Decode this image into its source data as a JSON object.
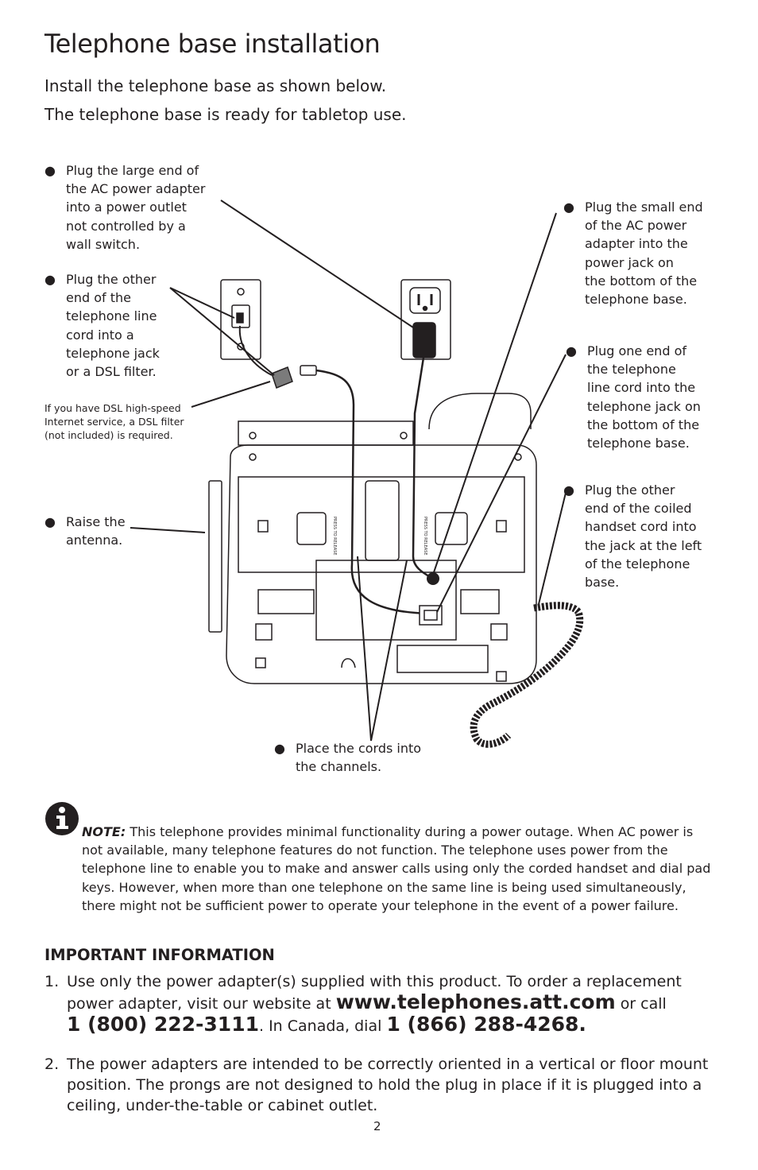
{
  "title": "Telephone base installation",
  "intro": {
    "line1": "Install the telephone base as shown below.",
    "line2": "The telephone base is ready for tabletop use."
  },
  "callouts": {
    "ac_large_end": [
      "Plug the large end of",
      "the AC power adapter",
      "into a power outlet",
      "not controlled by a",
      "wall switch."
    ],
    "line_other_end": [
      "Plug the other",
      "end of the",
      "telephone line",
      "cord into a",
      "telephone jack",
      "or a DSL filter."
    ],
    "dsl_note": [
      "If you have DSL high-speed",
      "Internet service, a DSL filter",
      "(not included) is required."
    ],
    "antenna": [
      "Raise the",
      "antenna."
    ],
    "ac_small_end": [
      "Plug the small end",
      "of the AC power",
      "adapter into the",
      "power jack on",
      "the bottom of the",
      "telephone base."
    ],
    "line_one_end": [
      "Plug one end of",
      "the telephone",
      "line cord into the",
      "telephone jack on",
      "the bottom of the",
      "telephone base."
    ],
    "coiled_cord": [
      "Plug the other",
      "end of the coiled",
      "handset cord into",
      "the jack at the left",
      "of the telephone",
      "base."
    ],
    "channels": [
      "Place the cords into",
      "the channels."
    ]
  },
  "base_labels": {
    "left_tab": "PRESS TO RELEASE",
    "right_tab": "PRESS TO RELEASE"
  },
  "note": {
    "label": "NOTE:",
    "text": "This telephone provides minimal functionality during a power outage. When AC power is not available, many telephone features do not function. The telephone uses power from the telephone line to enable you to make and answer calls using only the corded handset and dial pad keys. However, when more than one telephone on the same line is being used simultaneously, there might not be sufficient power to operate your telephone in the event of a power failure."
  },
  "important": {
    "heading": "IMPORTANT INFORMATION",
    "item1": {
      "num": "1.",
      "pre": "Use only the power adapter(s) supplied with this product. To order a replacement power adapter, visit our website at",
      "website": "www.telephones.att.com",
      "mid": "or call",
      "phone_us": "1 (800) 222-3111",
      "canada": ". In Canada, dial",
      "phone_ca": "1 (866) 288-4268",
      "end": "."
    },
    "item2": {
      "num": "2.",
      "text": "The power adapters are intended to be correctly oriented in a vertical or floor mount position. The prongs are not designed to hold the plug in place if it is plugged into a ceiling, under-the-table or cabinet outlet."
    }
  },
  "page_number": "2"
}
